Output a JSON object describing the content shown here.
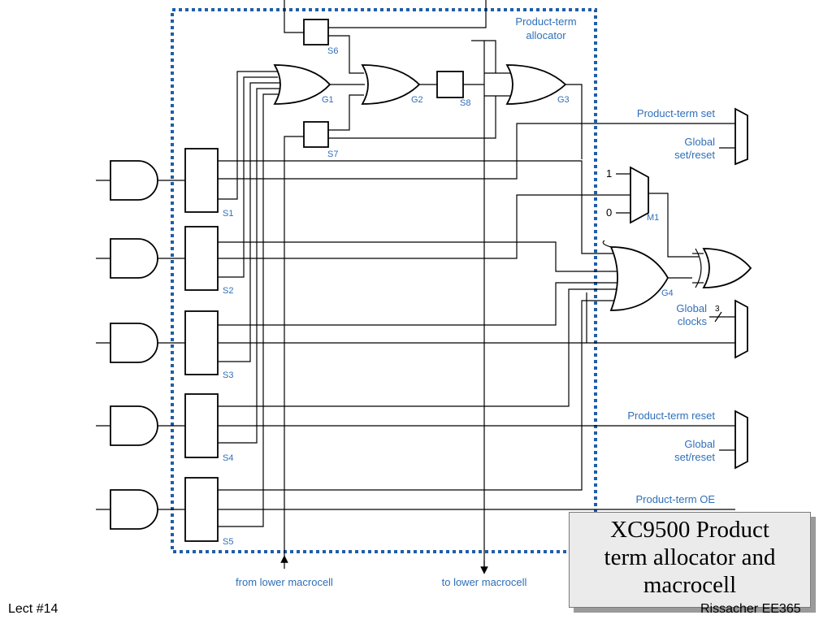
{
  "diagram": {
    "allocator_title_line1": "Product-term",
    "allocator_title_line2": "allocator",
    "gates": {
      "g1": "G1",
      "g2": "G2",
      "g3": "G3",
      "g4": "G4"
    },
    "steering": {
      "s1": "S1",
      "s2": "S2",
      "s3": "S3",
      "s4": "S4",
      "s5": "S5",
      "s6": "S6",
      "s7": "S7",
      "s8": "S8"
    },
    "mux": {
      "label": "M1",
      "input_one": "1",
      "input_zero": "0"
    },
    "product_term_set": "Product-term set",
    "global_set_reset_1_line1": "Global",
    "global_set_reset_1_line2": "set/reset",
    "global_clocks_line1": "Global",
    "global_clocks_line2": "clocks",
    "clock_bus_width": "3",
    "product_term_reset": "Product-term reset",
    "global_set_reset_2_line1": "Global",
    "global_set_reset_2_line2": "set/reset",
    "product_term_oe": "Product-term OE",
    "from_lower_macrocell": "from lower macrocell",
    "to_lower_macrocell": "to lower macrocell"
  },
  "caption": {
    "line1": "XC9500 Product",
    "line2": "term allocator and",
    "line3": "macrocell"
  },
  "footer": {
    "left": "Lect #14",
    "right": "Rissacher EE365"
  },
  "colors": {
    "label_blue": "#2f6fb8",
    "allocator_border": "#1f5ea8",
    "callout_background": "#ebebeb"
  }
}
